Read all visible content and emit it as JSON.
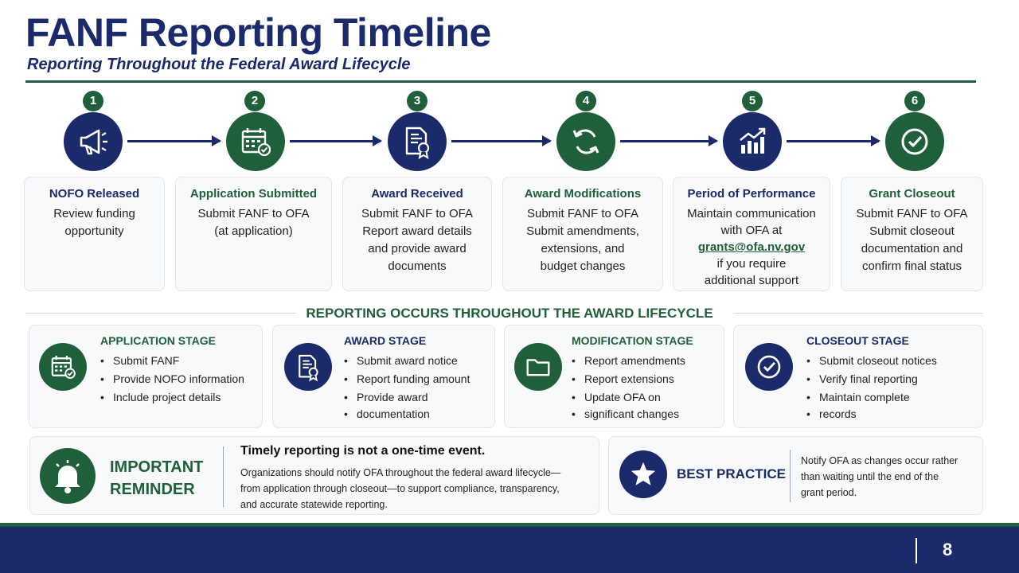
{
  "header": {
    "title": "FANF Reporting Timeline",
    "subtitle": "Reporting Throughout the Federal Award Lifecycle"
  },
  "steps": [
    {
      "number": "1",
      "title": "NOFO Released",
      "desc1": "Review funding",
      "desc2": "opportunity",
      "icon": "megaphone-icon"
    },
    {
      "number": "2",
      "title": "Application Submitted",
      "desc1": "Submit FANF to OFA",
      "desc2": "(at application)",
      "icon": "calendar-check-icon"
    },
    {
      "number": "3",
      "title": "Award Received",
      "desc1": "Submit FANF to OFA",
      "desc2": "Report award details",
      "desc3": "and provide award",
      "desc4": "documents",
      "icon": "award-document-icon"
    },
    {
      "number": "4",
      "title": "Award Modifications",
      "desc1": "Submit FANF to OFA",
      "desc2": "Submit amendments,",
      "desc3": "extensions, and",
      "desc4": "budget changes",
      "icon": "refresh-icon"
    },
    {
      "number": "5",
      "title": "Period of Performance",
      "desc1": "Maintain communication",
      "desc2": "with OFA at",
      "email": "grants@ofa.nv.gov",
      "desc3": "if you require",
      "desc4": "additional support",
      "icon": "growth-chart-icon"
    },
    {
      "number": "6",
      "title": "Grant Closeout",
      "desc1": "Submit FANF to OFA",
      "desc2": "Submit closeout",
      "desc3": "documentation and",
      "desc4": "confirm final status",
      "icon": "check-circle-icon"
    }
  ],
  "divider": {
    "label": "REPORTING OCCURS THROUGHOUT THE AWARD LIFECYCLE"
  },
  "stages": [
    {
      "title": "APPLICATION STAGE",
      "items": [
        "Submit FANF",
        "Provide NOFO information",
        "Include project details"
      ],
      "icon": "calendar-check-icon"
    },
    {
      "title": "AWARD STAGE",
      "items": [
        "Submit award notice",
        "Report funding amount",
        "Provide award",
        "documentation"
      ],
      "icon": "award-document-icon"
    },
    {
      "title": "MODIFICATION STAGE",
      "items": [
        "Report amendments",
        "Report extensions",
        "Update OFA on",
        "significant changes"
      ],
      "icon": "folder-icon"
    },
    {
      "title": "CLOSEOUT STAGE",
      "items": [
        "Submit closeout notices",
        "Verify final reporting",
        "Maintain complete",
        "records"
      ],
      "icon": "check-circle-icon"
    }
  ],
  "reminder": {
    "label_line1": "IMPORTANT",
    "label_line2": "REMINDER",
    "heading": "Timely reporting is not a one-time event.",
    "body_line1": "Organizations should notify OFA throughout the federal award lifecycle—",
    "body_line2": "from application through closeout—to support compliance, transparency,",
    "body_line3": "and accurate statewide reporting.",
    "icon": "bell-icon"
  },
  "best_practice": {
    "label": "BEST PRACTICE",
    "body_line1": "Notify OFA as changes occur rather",
    "body_line2": "than waiting until the end of the",
    "body_line3": "grant period.",
    "icon": "star-icon"
  },
  "footer": {
    "page_number": "8"
  },
  "colors": {
    "navy": "#1a2a6b",
    "green": "#1f5f3a"
  }
}
